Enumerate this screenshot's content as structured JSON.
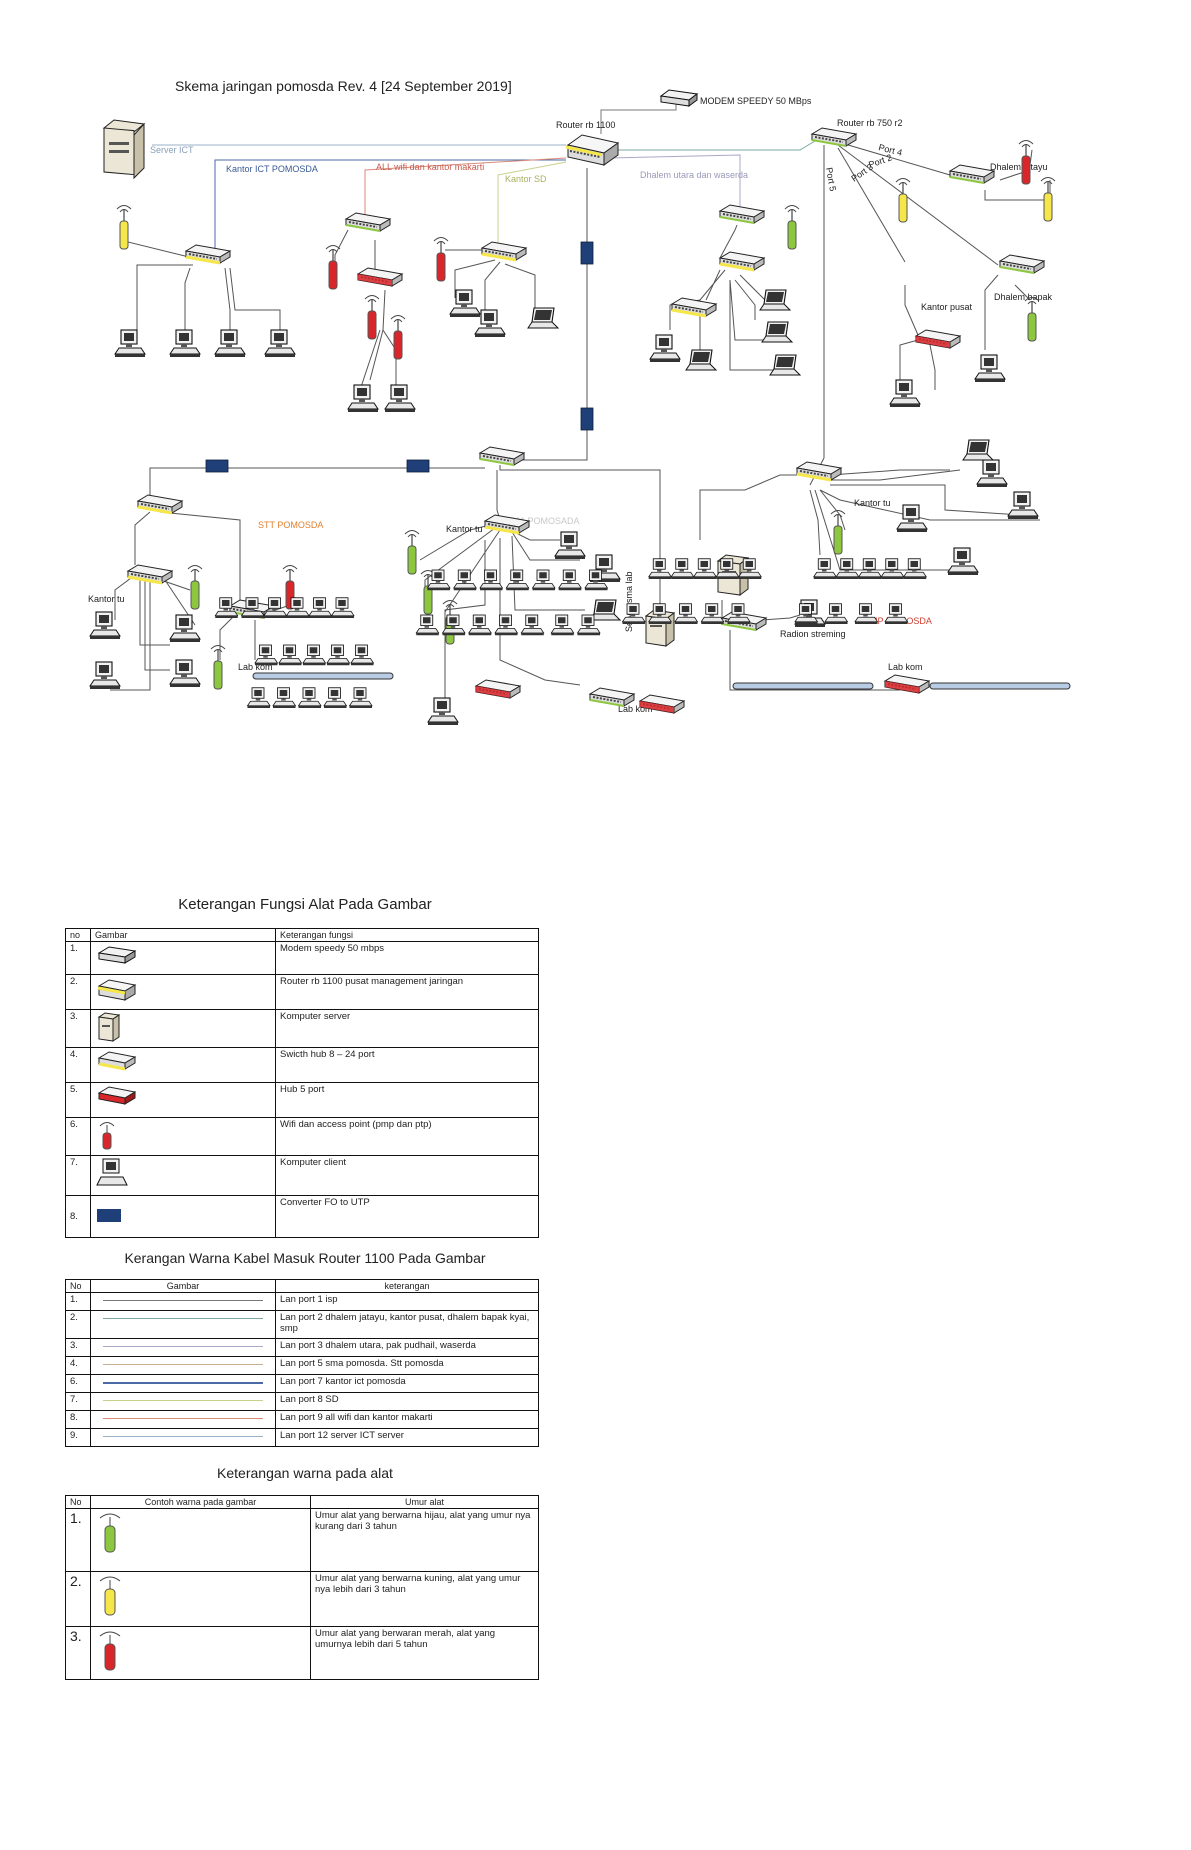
{
  "diagram": {
    "title": "Skema jaringan pomosda Rev. 4 [24 September 2019]",
    "labels": {
      "modem": "MODEM SPEEDY 50 MBps",
      "router_rb1100": "Router rb 1100",
      "router_rb750": "Router rb 750 r2",
      "server_ict": "Server ICT",
      "kantor_ict": "Kantor ICT POMOSDA",
      "all_wifi": "ALL wifi dan kantor makarti",
      "kantor_sd": "Kantor SD",
      "dhalem_utara": "Dhalem utara dan waserda",
      "port4": "Port 4",
      "port2": "Port 2",
      "port3": "Port 3",
      "port5": "Port 5",
      "dhalem_jatayu": "Dhalem jatayu",
      "kantor_pusat": "Kantor pusat",
      "dhalem_bapak": "Dhalem bapak",
      "stt": "STT POMOSDA",
      "sma": "SMA POMOSADA",
      "kantor_tu_sma": "Kantor tu",
      "kantor_tu_stt": "Kantor tu",
      "kantor_tu_smp": "Kantor tu",
      "server_sma_lab": "Server sma lab",
      "lab_kom_stt": "Lab kom",
      "lab_kom_sma": "Lab kom",
      "lab_kom_smp": "Lab kom",
      "smp": "SMP POMOSDA",
      "radion": "Radion streming"
    },
    "colors": {
      "green": "#8dc63f",
      "yellow": "#f5e74a",
      "red": "#d9262a",
      "fo": "#1f3f78",
      "cable_stt": "#e8a060",
      "cable_ict": "#4a6aa5",
      "cable_wifi": "#d98a7a",
      "cable_sd": "#c8d08a",
      "cable_dhalem": "#a8a8c8",
      "cable_server": "#9ab0c8"
    }
  },
  "fungsi": {
    "title": "Keterangan Fungsi Alat Pada Gambar",
    "headers": [
      "no",
      "Gambar",
      "Keterangan fungsi"
    ],
    "rows": [
      {
        "no": "1.",
        "icon": "modem-icon",
        "text": "Modem speedy 50 mbps"
      },
      {
        "no": "2.",
        "icon": "router-icon",
        "text": "Router rb 1100 pusat management jaringan"
      },
      {
        "no": "3.",
        "icon": "server-icon",
        "text": "Komputer server"
      },
      {
        "no": "4.",
        "icon": "switch-icon",
        "text": "Swicth hub 8 – 24 port"
      },
      {
        "no": "5.",
        "icon": "hub-icon",
        "text": "Hub 5 port"
      },
      {
        "no": "6.",
        "icon": "wifi-icon",
        "text": "Wifi dan access point (pmp dan ptp)"
      },
      {
        "no": "7.",
        "icon": "computer-icon",
        "text": "Komputer client"
      },
      {
        "no": "8.",
        "icon": "converter-icon",
        "text": "Converter FO to UTP"
      }
    ]
  },
  "kabel": {
    "title": "Kerangan Warna Kabel Masuk Router 1100 Pada Gambar",
    "headers": [
      "No",
      "Gambar",
      "keterangan"
    ],
    "rows": [
      {
        "no": "1.",
        "color": "#777777",
        "text": "Lan port 1 isp"
      },
      {
        "no": "2.",
        "color": "#7aa7a0",
        "text": "Lan port 2 dhalem jatayu, kantor pusat, dhalem bapak kyai, smp"
      },
      {
        "no": "3.",
        "color": "#a8a8c8",
        "text": "Lan port 3 dhalem utara, pak pudhail, waserda"
      },
      {
        "no": "4.",
        "color": "#c8b090",
        "text": "Lan port 5 sma pomosda. Stt pomosda"
      },
      {
        "no": "6.",
        "color": "#4a6aa5",
        "text": "Lan port 7 kantor ict pomosda"
      },
      {
        "no": "7.",
        "color": "#c8d08a",
        "text": "Lan port 8 SD"
      },
      {
        "no": "8.",
        "color": "#d98a7a",
        "text": "Lan port 9 all wifi dan kantor makarti"
      },
      {
        "no": "9.",
        "color": "#9ab0c8",
        "text": "Lan port 12 server ICT server"
      }
    ]
  },
  "warna": {
    "title": "Keterangan warna pada alat",
    "headers": [
      "No",
      "Contoh warna pada gambar",
      "Umur alat"
    ],
    "rows": [
      {
        "no": "1.",
        "color": "#8dc63f",
        "text": "Umur  alat yang berwarna hijau, alat yang umur nya kurang dari 3 tahun"
      },
      {
        "no": "2.",
        "color": "#f5e74a",
        "text": "Umur alat yang berwarna kuning,  alat yang umur nya lebih dari 3 tahun"
      },
      {
        "no": "3.",
        "color": "#d9262a",
        "text": "Umur alat yang berwaran merah, alat yang umurnya lebih dari 5 tahun"
      }
    ]
  }
}
